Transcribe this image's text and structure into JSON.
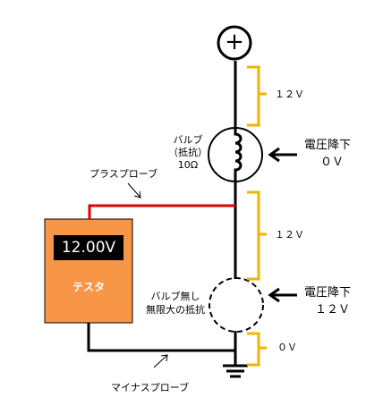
{
  "terminal": {
    "plus_symbol": "+"
  },
  "segments": {
    "top_voltage": "１２Ｖ",
    "middle_voltage": "１２Ｖ",
    "bottom_voltage": "０Ｖ"
  },
  "bulb": {
    "label_line1": "バルブ",
    "label_line2": "（抵抗）",
    "label_line3": "10Ω",
    "drop_label": "電圧降下",
    "drop_value": "０Ｖ"
  },
  "missing_bulb": {
    "label_line1": "バルブ無し",
    "label_line2": "無限大の抵抗",
    "drop_label": "電圧降下",
    "drop_value": "１２Ｖ"
  },
  "probes": {
    "plus_label": "プラスプローブ",
    "minus_label": "マイナスプローブ"
  },
  "tester": {
    "reading": "12.00V",
    "name": "テスタ",
    "body_color": "#f79646",
    "probe_plus_color": "#e00000",
    "probe_minus_color": "#000000"
  },
  "colors": {
    "bracket": "#f0b400",
    "wire": "#000000"
  }
}
